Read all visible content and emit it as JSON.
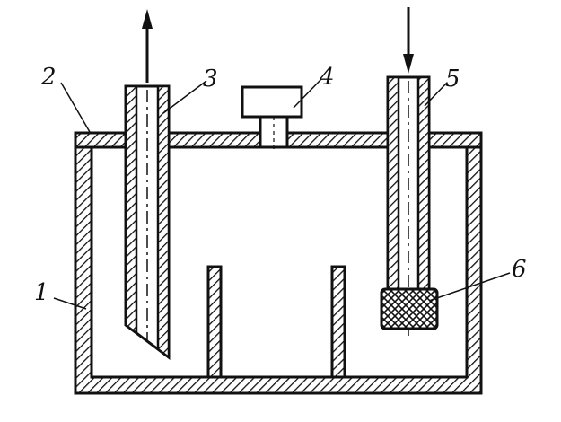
{
  "diagram": {
    "labels": {
      "vessel_body": "1",
      "lid": "2",
      "outlet_tube": "3",
      "filler_cap": "4",
      "inlet_tube": "5",
      "filter_tip": "6"
    },
    "colors": {
      "ink": "#111111",
      "paper": "#ffffff"
    }
  }
}
